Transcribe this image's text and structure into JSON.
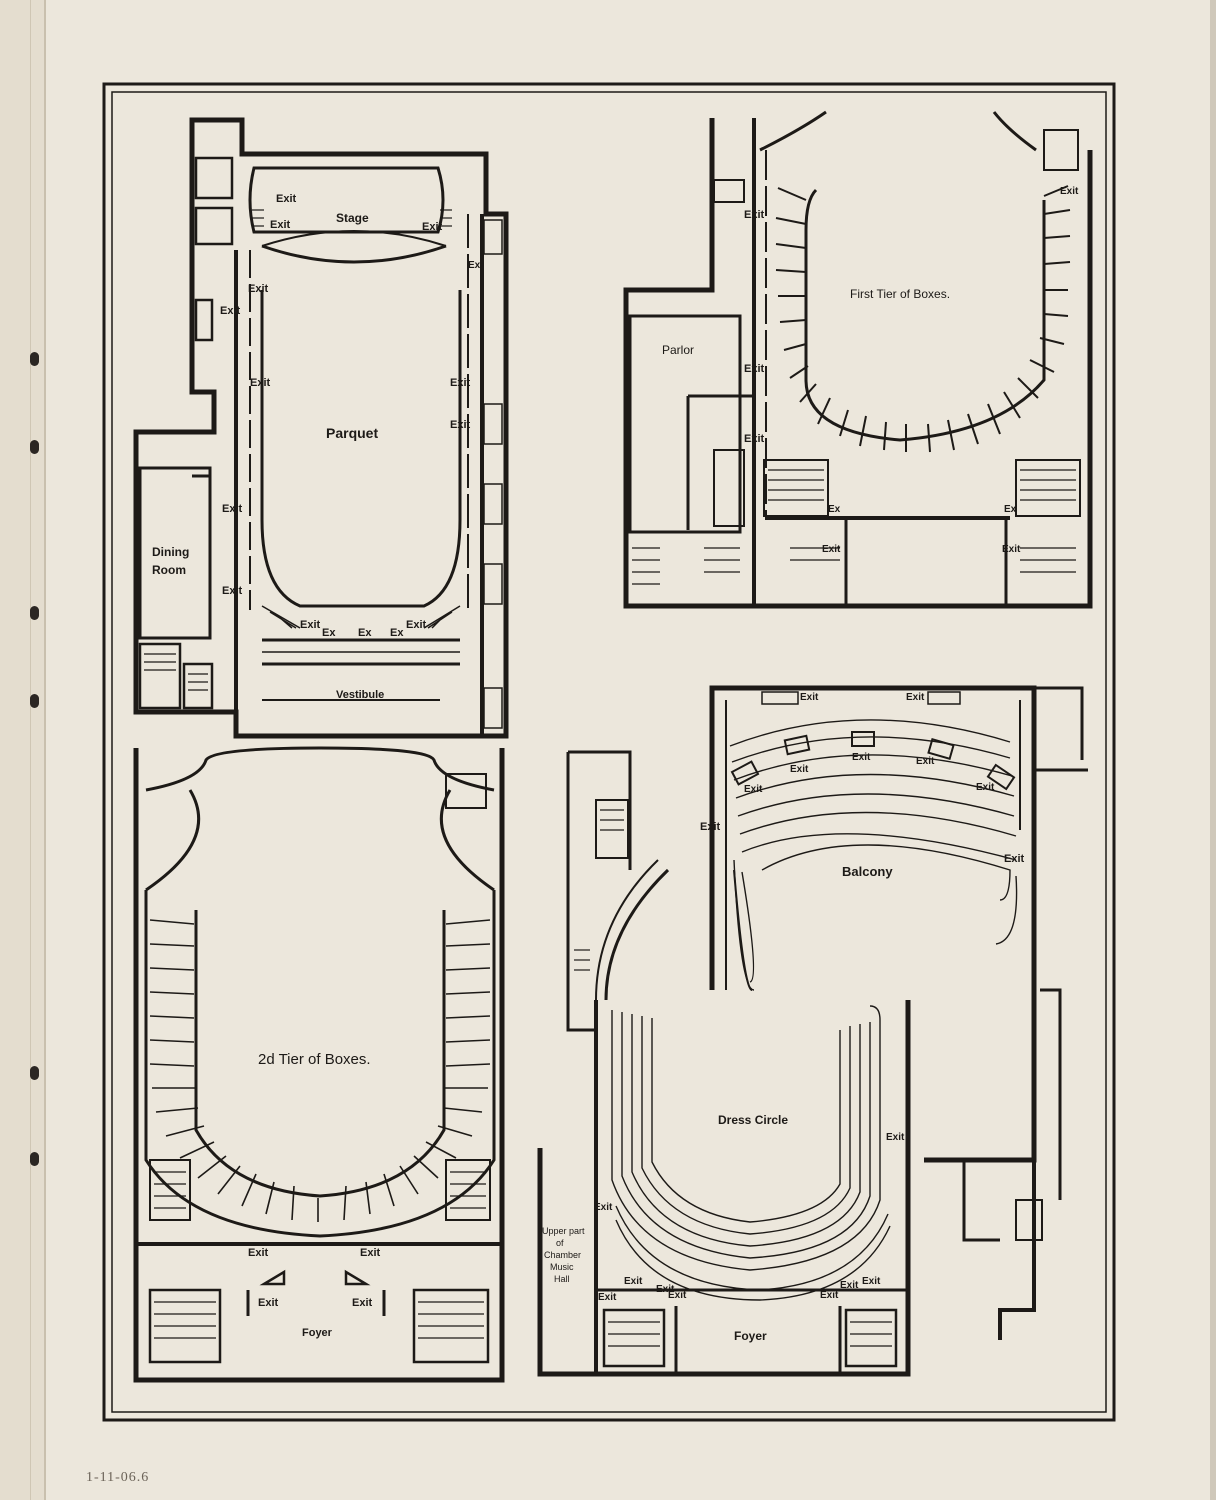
{
  "plans": {
    "parquet": {
      "title": "Parquet",
      "stage": "Stage",
      "vestibule": "Vestibule",
      "dining_room_line1": "Dining",
      "dining_room_line2": "Room",
      "exit": "Exit",
      "ex": "Ex"
    },
    "first_tier": {
      "title": "First Tier of Boxes.",
      "parlor": "Parlor",
      "exit": "Exit",
      "ex": "Ex"
    },
    "second_tier": {
      "title": "2d Tier of Boxes.",
      "foyer": "Foyer",
      "exit": "Exit"
    },
    "balcony": {
      "title": "Balcony",
      "exit": "Exit"
    },
    "dress_circle": {
      "title": "Dress Circle",
      "foyer": "Foyer",
      "exit": "Exit",
      "chamber_line1": "Upper part",
      "chamber_line2": "of",
      "chamber_line3": "Chamber",
      "chamber_line4": "Music",
      "chamber_line5": "Hall"
    }
  },
  "pencil_note": "1-11-06.6",
  "colors": {
    "paper": "#ece7dc",
    "ink": "#1d1a17",
    "binding": "#2a2523"
  }
}
